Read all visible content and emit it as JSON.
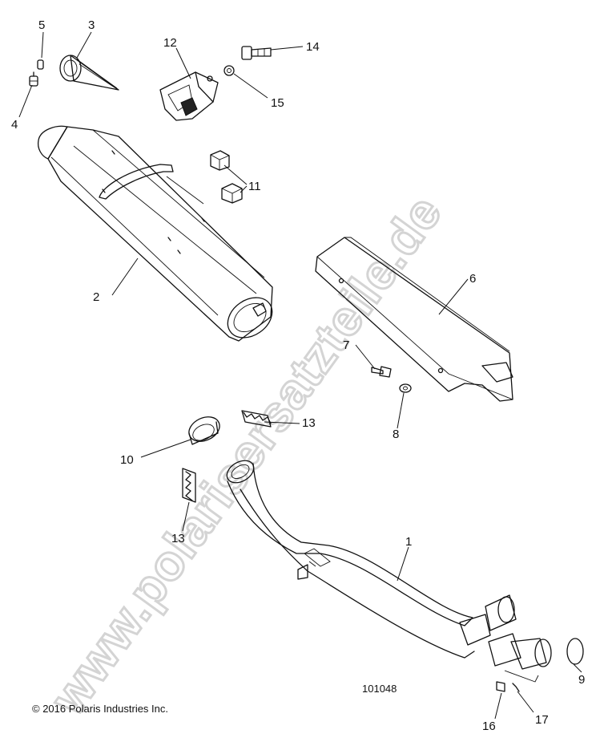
{
  "watermark": "www.polarisersatzteile.de",
  "copyright": "© 2016 Polaris Industries Inc.",
  "drawing_number": "101048",
  "callouts": {
    "c1": "1",
    "c2": "2",
    "c3": "3",
    "c4": "4",
    "c5": "5",
    "c6": "6",
    "c7": "7",
    "c8": "8",
    "c9": "9",
    "c10": "10",
    "c11": "11",
    "c12": "12",
    "c13a": "13",
    "c13b": "13",
    "c14": "14",
    "c15": "15",
    "c16": "16",
    "c17": "17"
  }
}
